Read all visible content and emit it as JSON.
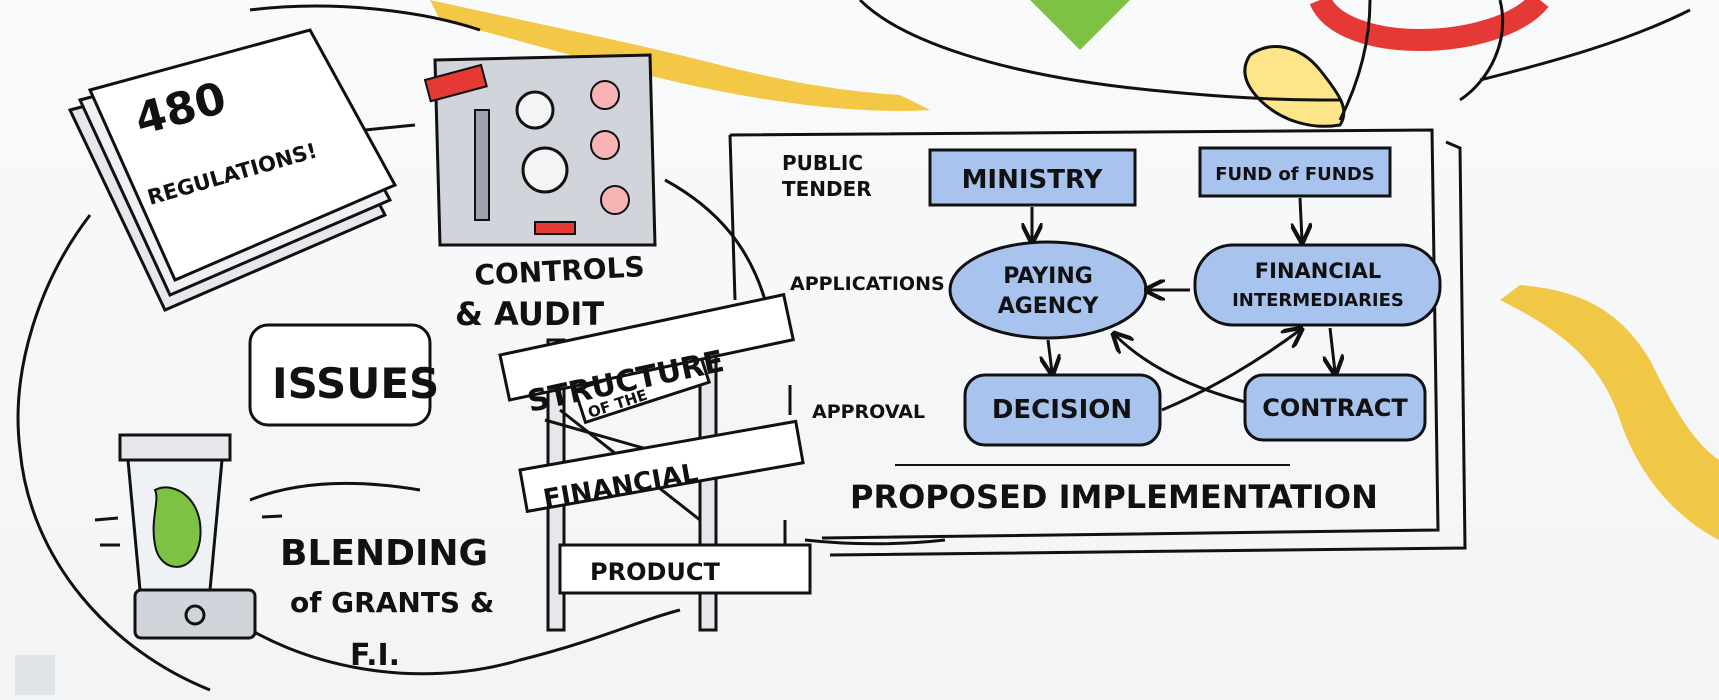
{
  "issues_map": {
    "regulations_count": "480",
    "regulations_label": "REGULATIONS!",
    "controls_label_line1": "CONTROLS",
    "controls_label_line2": "& AUDIT",
    "issues_label": "ISSUES",
    "blending_line1": "BLENDING",
    "blending_line2": "of GRANTS &",
    "blending_line3": "F.I.",
    "structure_sign": "STRUCTURE",
    "of_the_sign": "OF THE",
    "financial_sign": "FINANCIAL",
    "product_sign": "PRODUCT"
  },
  "implementation": {
    "row_labels": {
      "public_tender_line1": "PUBLIC",
      "public_tender_line2": "TENDER",
      "applications": "APPLICATIONS",
      "approval": "APPROVAL"
    },
    "nodes": {
      "ministry": "MINISTRY",
      "fund_of_funds": "FUND of FUNDS",
      "paying_agency_line1": "PAYING",
      "paying_agency_line2": "AGENCY",
      "financial_intermediaries_line1": "FINANCIAL",
      "financial_intermediaries_line2": "INTERMEDIARIES",
      "decision": "DECISION",
      "contract": "CONTRACT"
    },
    "title": "PROPOSED IMPLEMENTATION"
  },
  "colors": {
    "node_fill": "#a9c3ef",
    "marker_yellow": "#f1c232",
    "marker_green": "#7dc242",
    "marker_red": "#e53935",
    "ink": "#111111"
  }
}
